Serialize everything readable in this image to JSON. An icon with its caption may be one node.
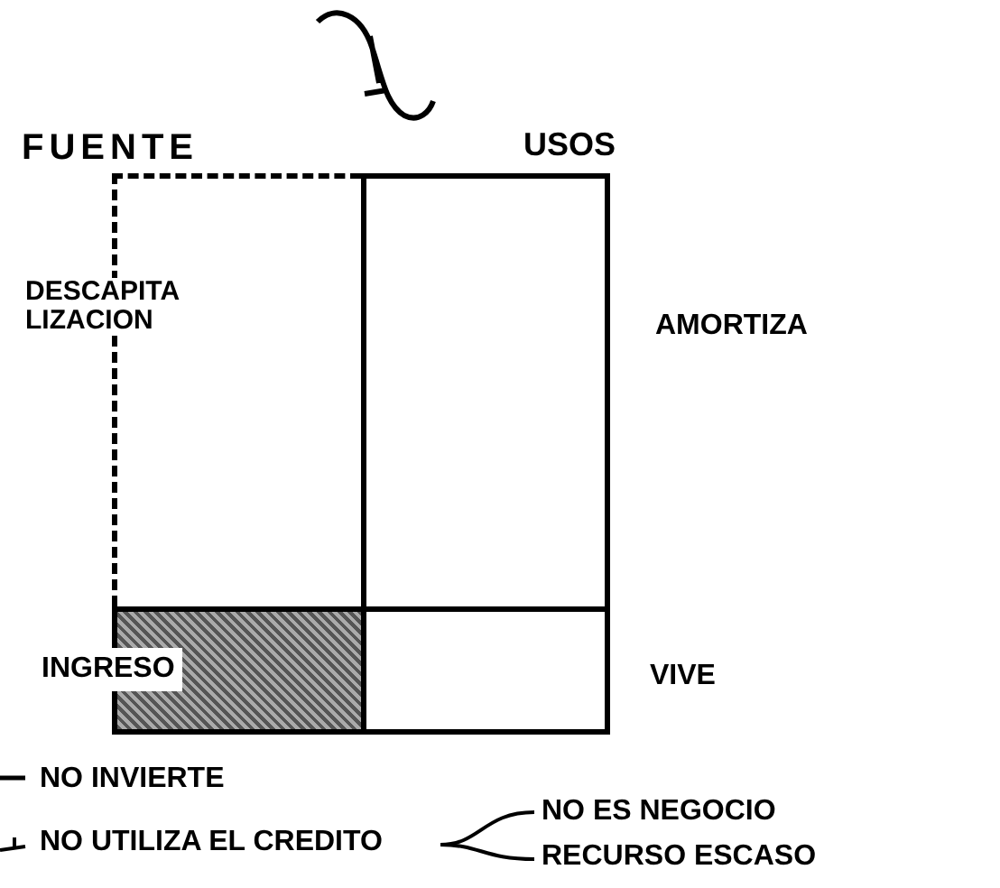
{
  "diagram": {
    "nodes": [
      {
        "text": [
          "FUENTE",
          "DESCAPITA LIZACION"
        ]
      },
      {
        "text": [
          "USOS"
        ],
        "beside": [
          "AMORTIZA"
        ]
      },
      {
        "text": [
          "INGRESO"
        ]
      },
      {
        "text": [],
        "shape": "box",
        "beside": [
          "VIVE"
        ]
      },
      {
        "text": [
          "NO UTILIZA EL CREDITO"
        ]
      },
      {
        "text": [
          "NO ES NEGOCIO"
        ]
      },
      {
        "text": [
          "RECURSO ESCASO"
        ]
      }
    ],
    "edges": [
      {
        "from": 4,
        "to": 5,
        "arrow": "none"
      },
      {
        "from": 4,
        "to": 6,
        "arrow": "none"
      }
    ],
    "labels": [
      "NO INVIERTE"
    ]
  }
}
